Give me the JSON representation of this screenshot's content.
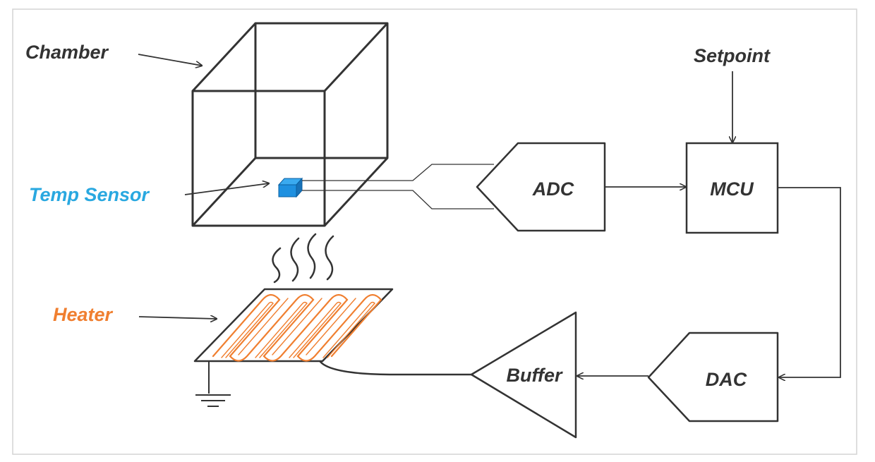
{
  "labels": {
    "chamber": "Chamber",
    "temp_sensor": "Temp Sensor",
    "heater": "Heater",
    "setpoint": "Setpoint",
    "adc": "ADC",
    "mcu": "MCU",
    "dac": "DAC",
    "buffer": "Buffer"
  },
  "colors": {
    "stroke": "#333333",
    "label_text": "#333333",
    "temp_sensor_text": "#29a8e0",
    "sensor_fill": "#1e90e0",
    "heater_text": "#f07f30",
    "heater_coil": "#f07f30",
    "frame_border": "#d4d4d4",
    "background": "#ffffff"
  }
}
